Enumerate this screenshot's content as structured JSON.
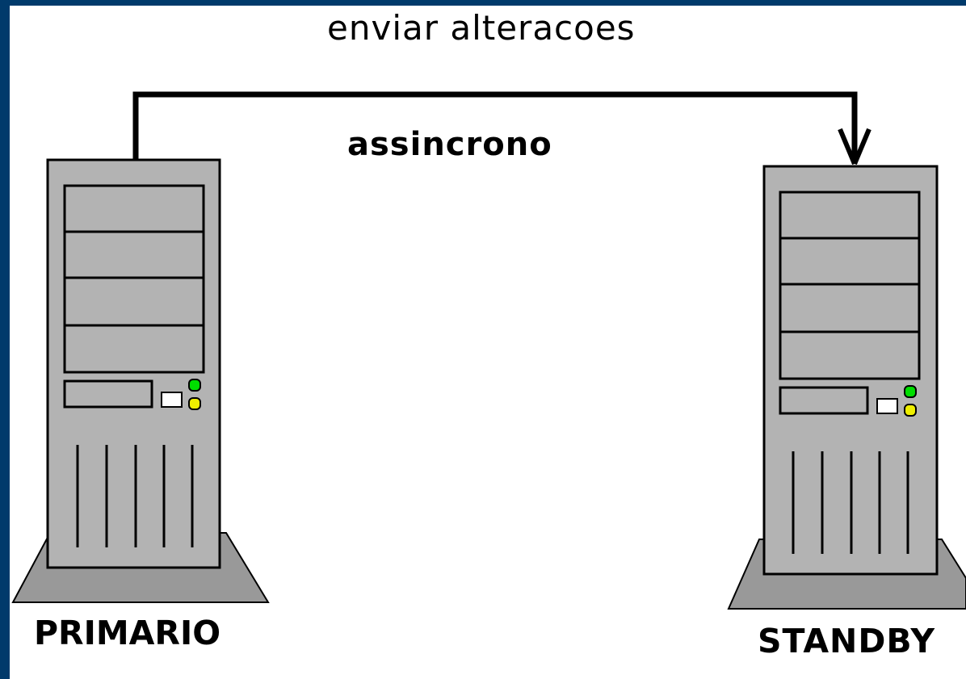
{
  "header": {
    "title": "enviar alteracoes"
  },
  "connection": {
    "mode_label": "assincrono"
  },
  "servers": {
    "primary": {
      "label": "PRIMARIO"
    },
    "standby": {
      "label": "STANDBY"
    }
  },
  "colors": {
    "frame": "#003a6b",
    "server_body": "#b3b3b3",
    "server_base": "#999999",
    "led_green": "#00dd00",
    "led_yellow": "#eeee00"
  },
  "icons": [
    "server-tower-icon",
    "arrow-down-icon"
  ]
}
